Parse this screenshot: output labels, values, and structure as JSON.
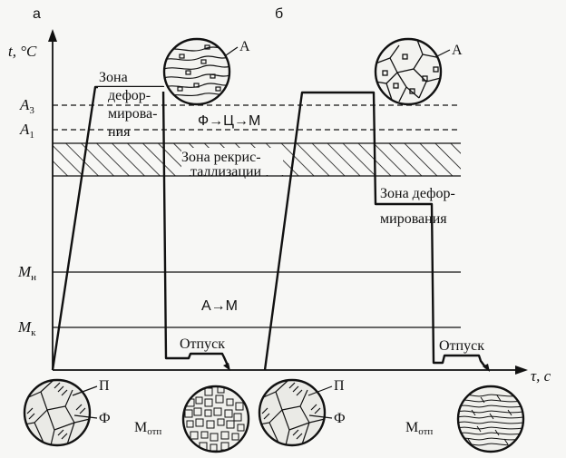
{
  "panel_labels": {
    "a": "а",
    "b": "б"
  },
  "axes": {
    "y_label": "t, °C",
    "x_label": "τ, с"
  },
  "levels": {
    "A3": {
      "main": "A",
      "sub": "3"
    },
    "A1": {
      "main": "A",
      "sub": "1"
    },
    "Mn": {
      "main": "M",
      "sub": "н"
    },
    "Mk": {
      "main": "M",
      "sub": "к"
    }
  },
  "zones": {
    "deform_a": [
      "Зона",
      "дефор-",
      "мирова-",
      "ния"
    ],
    "recryst": [
      "Зона рекрис-",
      "таллизации"
    ],
    "deform_b": [
      "Зона дефор-",
      "мирования"
    ],
    "transform_upper": "Ф→Ц→М",
    "transform_lower": "А→М",
    "temper_a": "Отпуск",
    "temper_b": "Отпуск"
  },
  "micro_labels": {
    "austenite_a": "А",
    "austenite_b": "А",
    "pearlite_a": "П",
    "ferrite_a": "Ф",
    "pearlite_b": "П",
    "ferrite_b": "Ф",
    "martensite_a": {
      "main": "М",
      "sub": "отп"
    },
    "martensite_b": {
      "main": "М",
      "sub": "отп"
    }
  },
  "colors": {
    "ink": "#111111",
    "paper": "#f7f7f5"
  }
}
